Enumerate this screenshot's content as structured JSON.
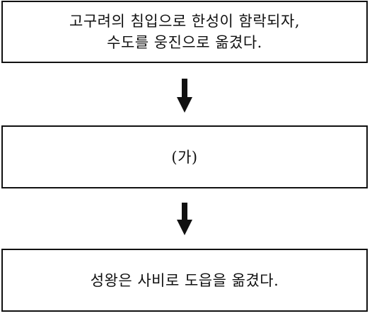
{
  "flow": {
    "box1": {
      "line1": "고구려의 침입으로 한성이 함락되자,",
      "line2": "수도를 웅진으로 옮겼다."
    },
    "box2": {
      "text": "(가)"
    },
    "box3": {
      "text": "성왕은 사비로 도읍을 옮겼다."
    }
  },
  "colors": {
    "stroke": "#111111",
    "background": "#ffffff"
  }
}
